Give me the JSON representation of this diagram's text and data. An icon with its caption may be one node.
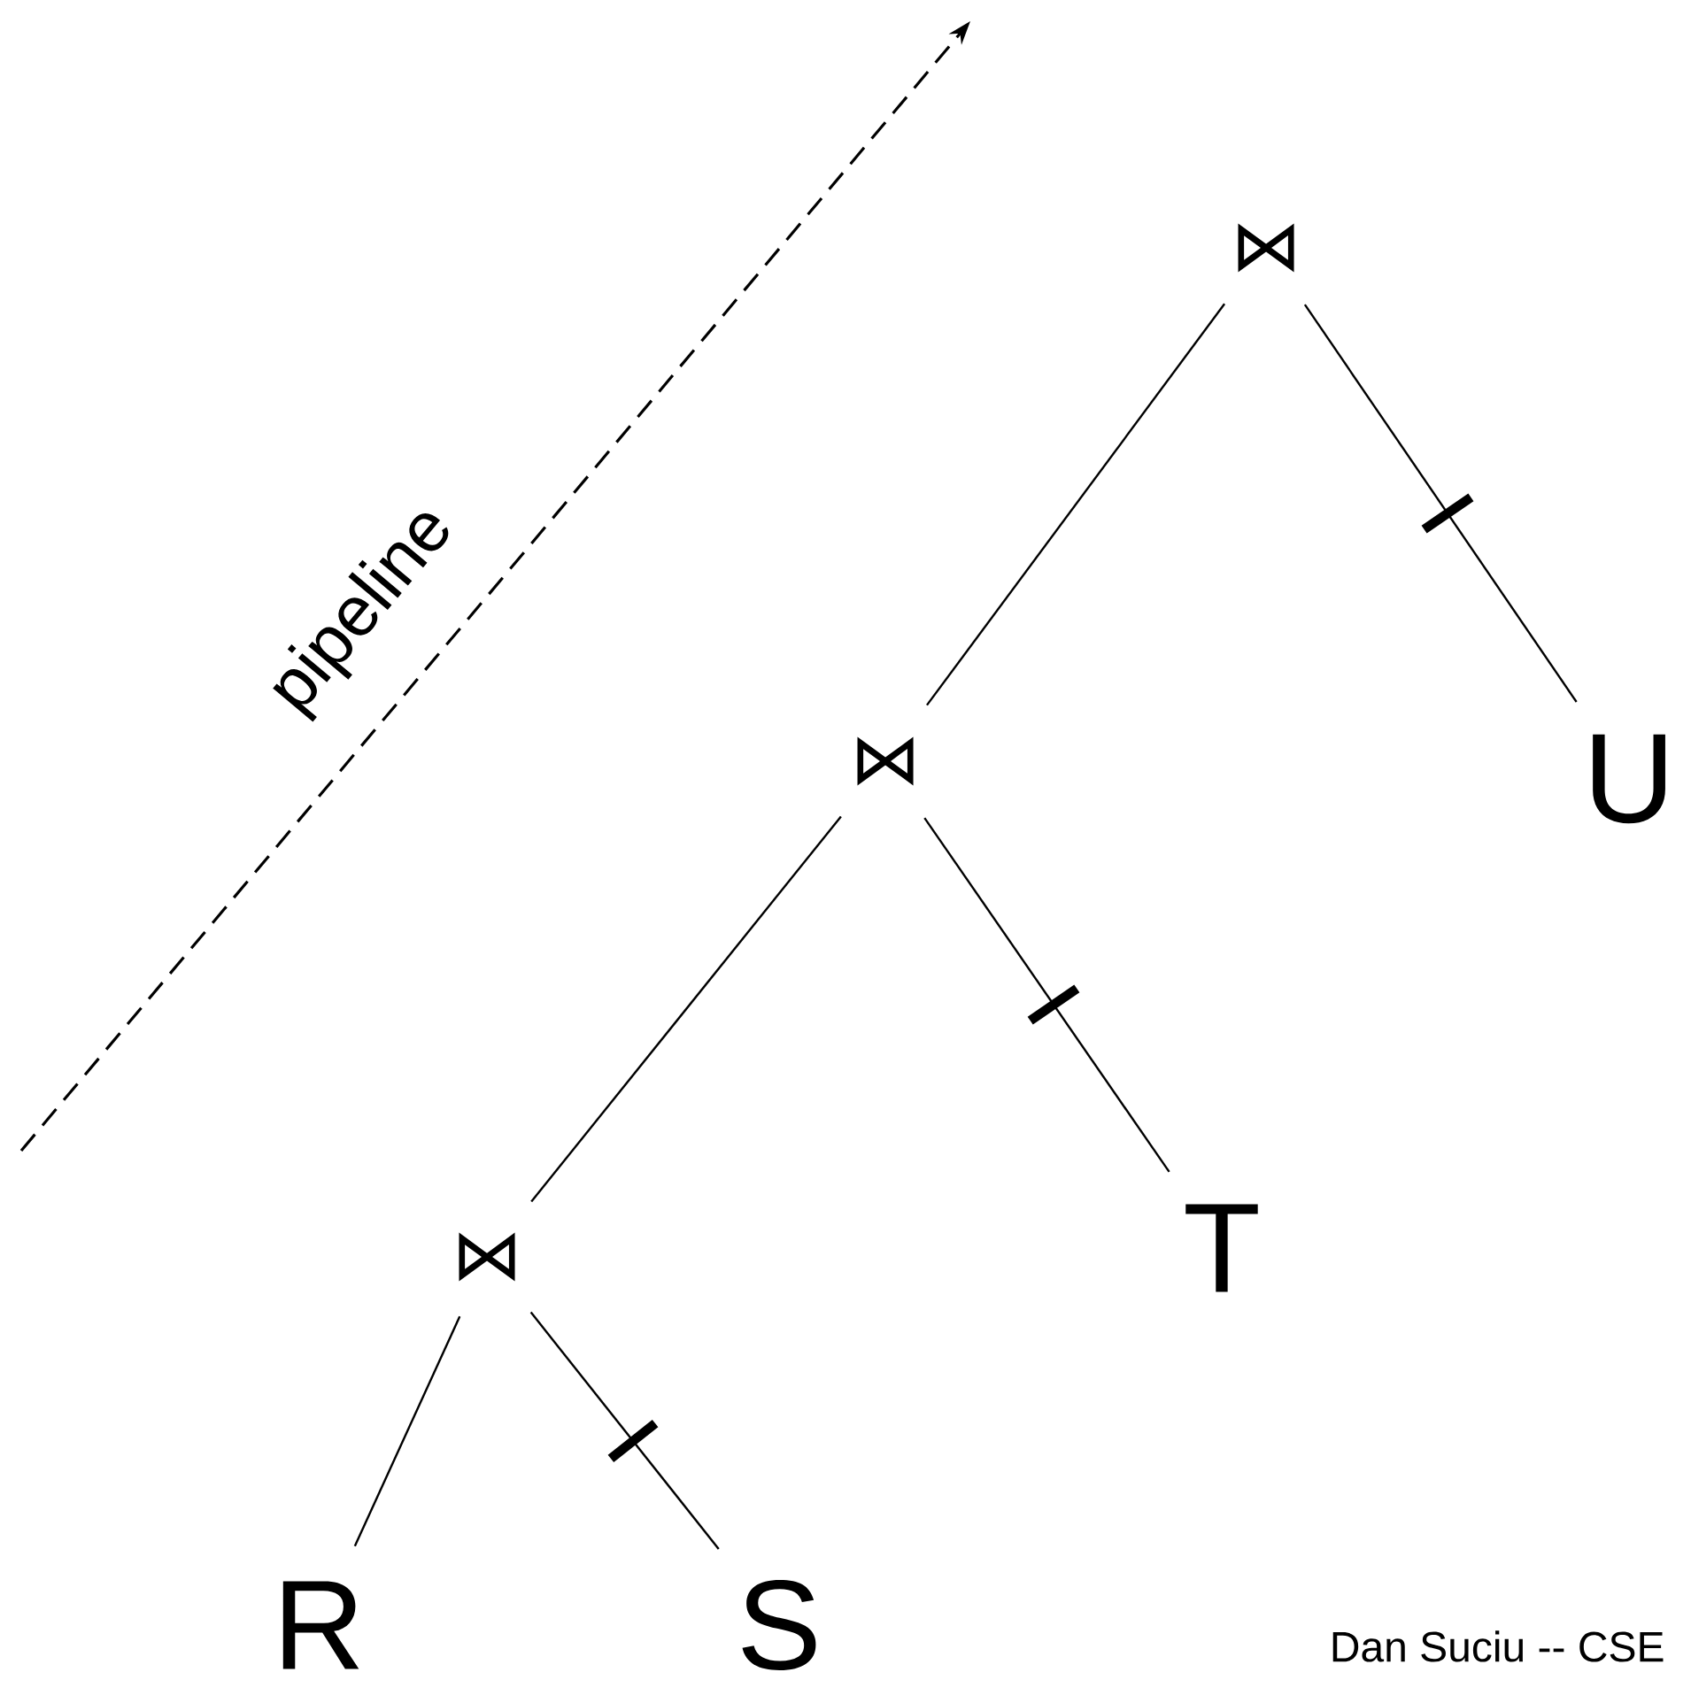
{
  "diagram": {
    "nodes": [
      {
        "text": [
          "⋈"
        ]
      },
      {
        "text": [
          "⋈"
        ]
      },
      {
        "text": [
          "U"
        ]
      },
      {
        "text": [
          "⋈"
        ]
      },
      {
        "text": [
          "T"
        ]
      },
      {
        "text": [
          "R"
        ]
      },
      {
        "text": [
          "S"
        ]
      }
    ],
    "edges": [
      {
        "from": 0,
        "to": 1,
        "arrow": "none"
      },
      {
        "from": 0,
        "to": 2,
        "arrow": "none"
      },
      {
        "from": 1,
        "to": 3,
        "arrow": "none"
      },
      {
        "from": 1,
        "to": 4,
        "arrow": "none"
      },
      {
        "from": 3,
        "to": 5,
        "arrow": "none"
      },
      {
        "from": 3,
        "to": 6,
        "arrow": "none"
      }
    ],
    "labels": [
      "pipeline",
      "Dan Suciu -- CSE"
    ]
  }
}
